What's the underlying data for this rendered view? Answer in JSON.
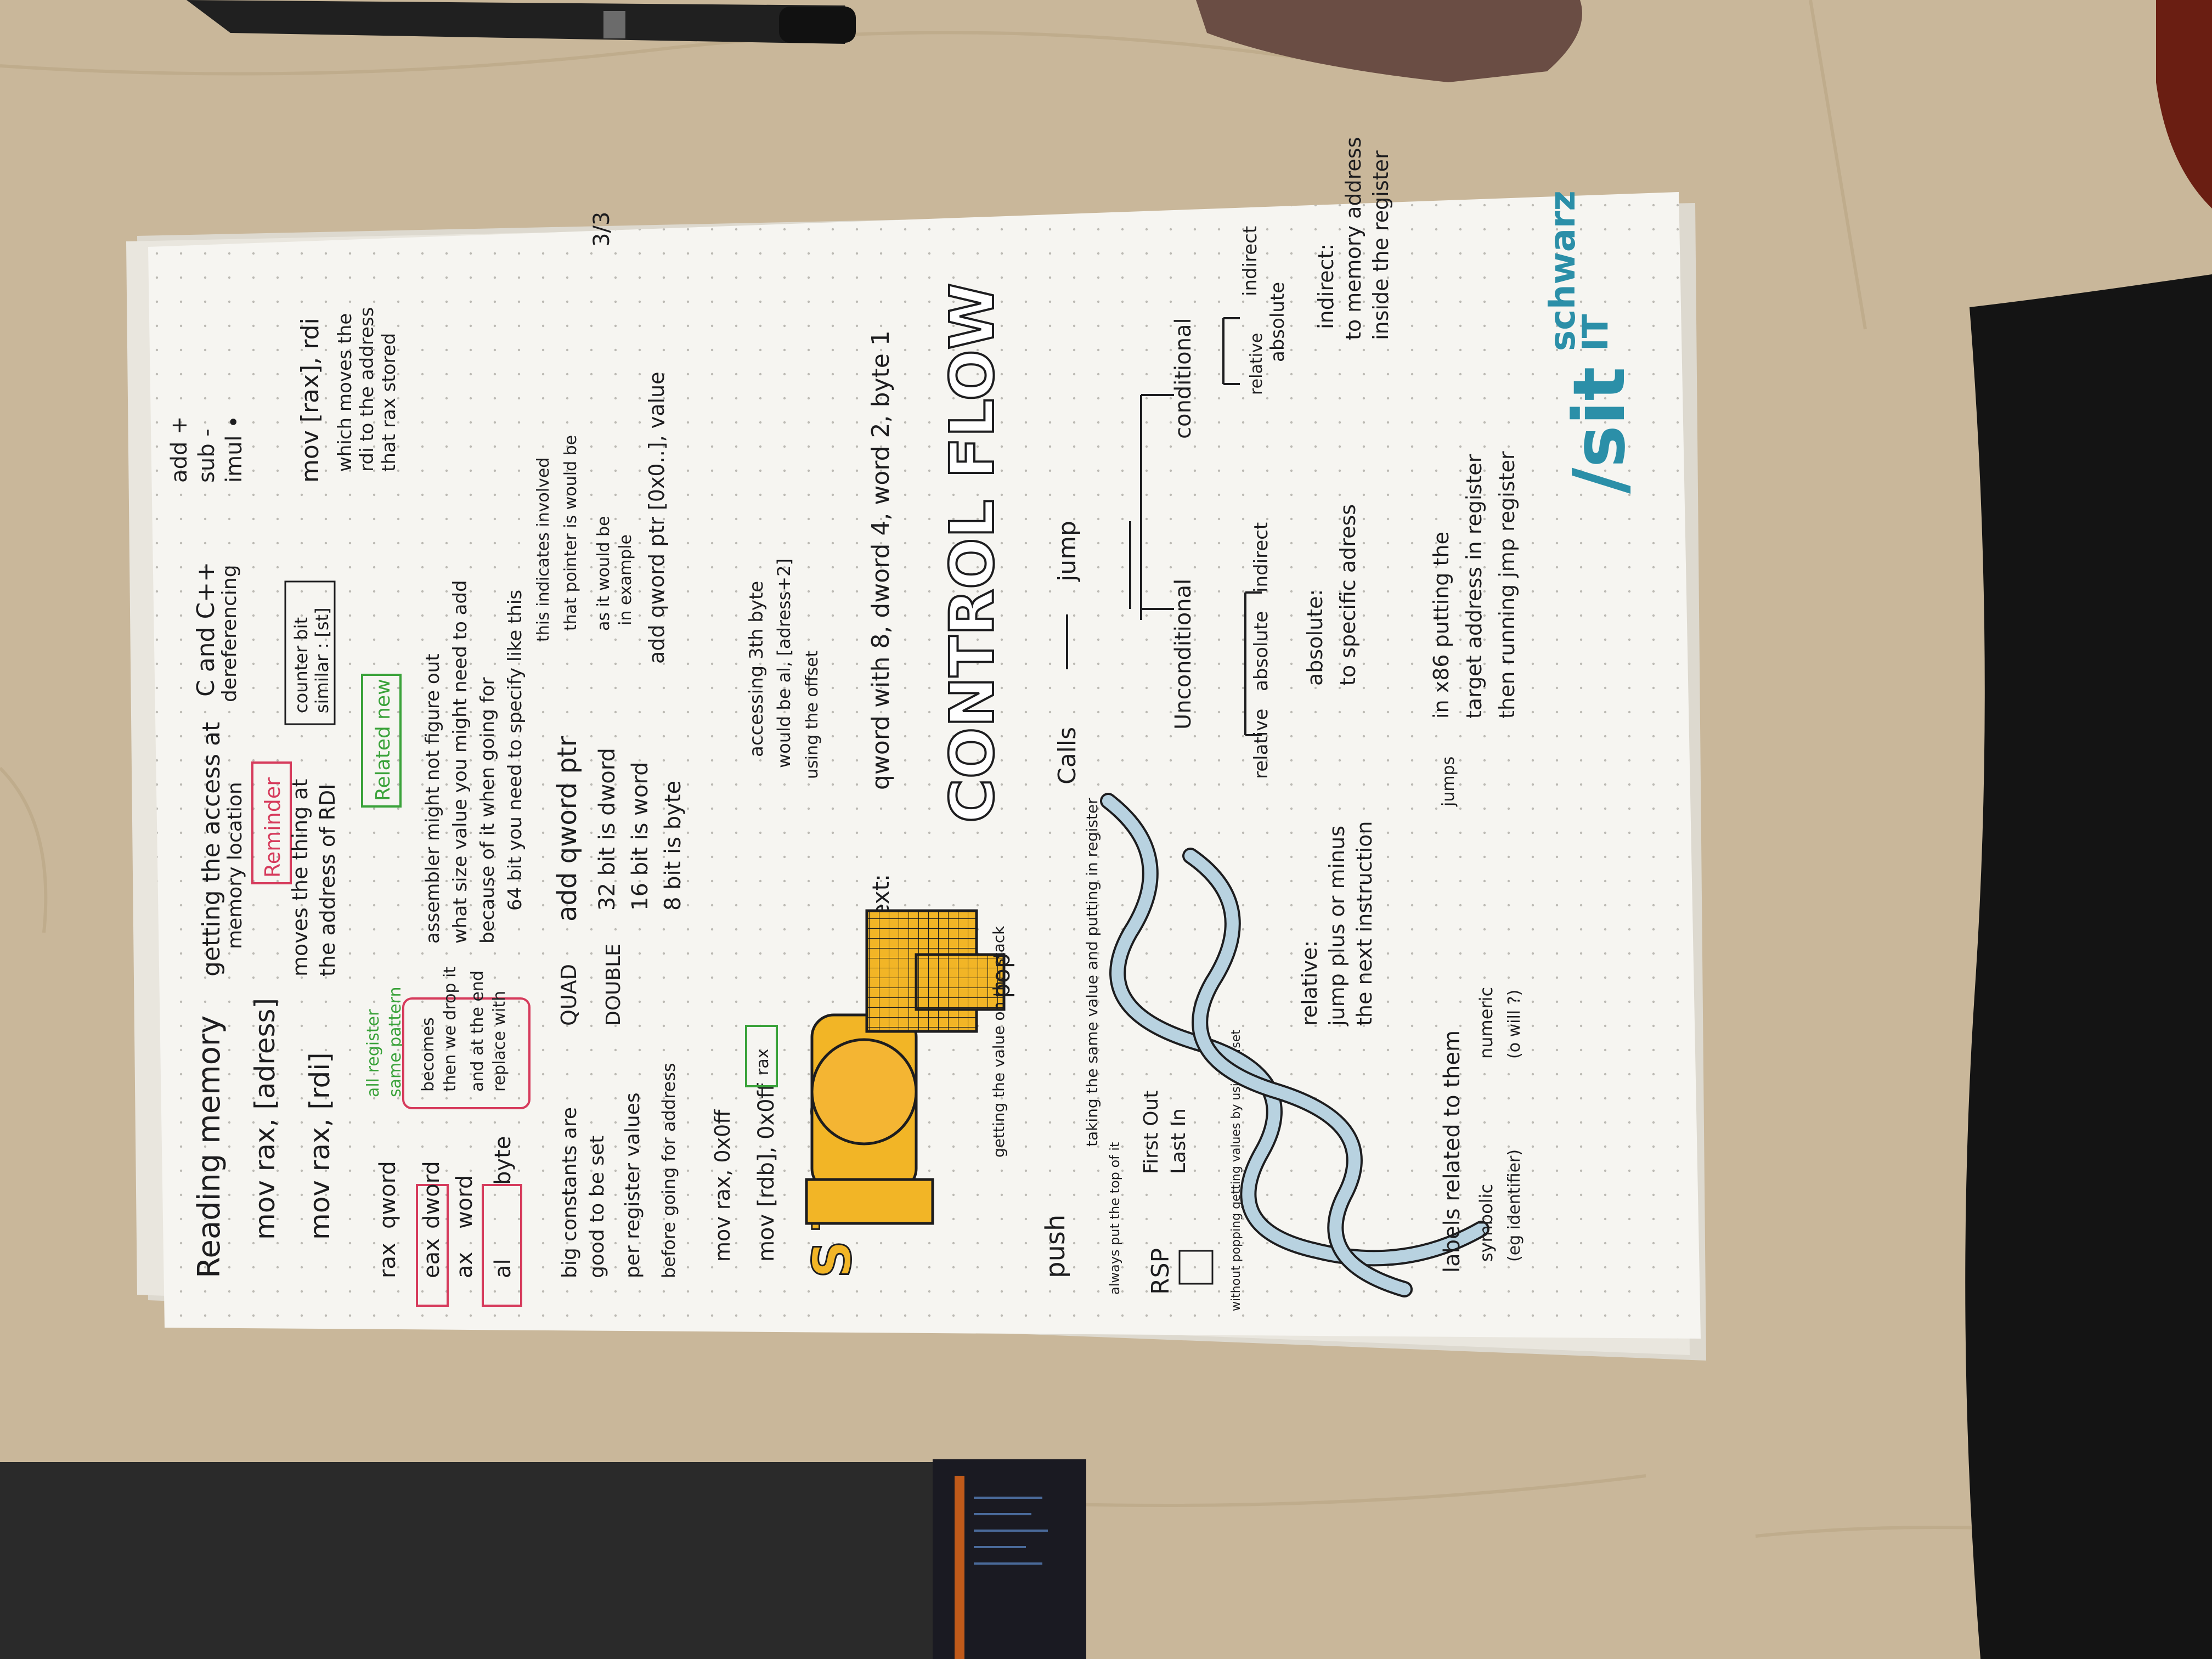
{
  "colors": {
    "table": "#c9b79a",
    "table_grain": "#b9a583",
    "paper": "#f6f5f1",
    "paper_shadow": "#8e8169",
    "ink": "#1d1d1f",
    "highlight_red": "#d63b5c",
    "highlight_green": "#3aa23a",
    "yellow": "#f2b526",
    "river_blue": "#b8d2e0",
    "logo_blue": "#2b8fa8",
    "cloth_dark": "#141414",
    "pen_body": "#202020"
  },
  "icons": {
    "stack_doodle": "pacman-ghost-yellow",
    "river": "wavy-river-lines",
    "pen": "black-pen",
    "logo": "sit-schwarz-it-logo"
  },
  "notes": {
    "heading_memory": "Reading memory",
    "getting_access": "getting the access at",
    "memory_location": "memory location",
    "c_and_cpp": "C and C++",
    "dereferencing": "dereferencing",
    "mov_rax_address": "mov rax, [adress]",
    "mov_rax_rdi": "mov rax, [rdi]",
    "reminder": "Reminder",
    "moves_thing": "moves the thing at",
    "address_of_rdi": "the address of RDI",
    "counter_bit": "counter bit",
    "similar_to": "similar : [st]",
    "mov_rax_rdi_store": "mov [rax], rdi",
    "which_moves": "which moves the",
    "rdi_to_address": "rdi to the address",
    "rax_stored": "that rax stored",
    "add": "add +",
    "sub": "sub -",
    "imul": "imul •",
    "related_new": "Related new",
    "reg_rax": "rax",
    "reg_eax": "eax",
    "reg_ax": "ax",
    "reg_al": "al",
    "qword": "qword",
    "dword": "dword",
    "word": "word",
    "byte": "byte",
    "all_register": "all register",
    "same_pattern": "same pattern",
    "becomes": "becomes",
    "then_we_drop": "then we drop it",
    "and_at_the_end": "and at the end",
    "replace_with": "replace with",
    "big_constants": "big constants are",
    "good_to_be_set": "good to be set",
    "per_register": "per register values",
    "before_going": "before going for address",
    "mov_rax_ox": "mov rax, 0x0ff",
    "mov_rdb": "mov [rdb], 0x0ff",
    "and_rax": "rax",
    "assembler": "assembler might not figure out",
    "what_size": "what size value you might need to add",
    "because_of": "because of it when going for",
    "bit_64": "64 bit you need to specify like this",
    "quad": "QUAD",
    "add_qword_ptr": "add qword ptr",
    "indicates": "this indicates involved",
    "that_pointer": "that pointer is would be",
    "double": "DOUBLE",
    "bit32": "32 bit is dword",
    "as_it": "as it would be",
    "bit16": "16 bit is word",
    "in_example": "in example",
    "bit8": "8 bit is byte",
    "add_qword_ptr_full": "add qword ptr [0x0..], value",
    "accessing": "accessing 3th byte",
    "would_be": "would be al, [adress+2]",
    "using_offset": "using the offset",
    "next": "next:",
    "sizes": "qword with 8, dword 4, word 2, byte 1",
    "stack_title": "STACK",
    "push": "push",
    "pop": "pop",
    "getting_value": "getting the value on the stack",
    "taking": "taking the same value and putting in register",
    "always_top": "always put the top of it",
    "rsp": "RSP",
    "first_out": "First Out",
    "last_in": "Last In",
    "without_popping": "without popping getting values by using offset",
    "control_flow": "CONTROL FLOW",
    "calls": "Calls",
    "jump": "jump",
    "unconditional": "Unconditional",
    "conditional": "conditional",
    "relative": "relative",
    "absolute": "absolute",
    "indirect": "indirect",
    "relative_desc1": "relative:",
    "relative_desc2": "jump plus or minus",
    "relative_desc3": "the next instruction",
    "absolute_desc1": "absolute:",
    "absolute_desc2": "to specific adress",
    "indirect_desc1": "indirect:",
    "indirect_desc2": "to memory address",
    "indirect_desc3": "inside the register",
    "labels": "labels related to them",
    "jumps": "jumps",
    "in_x86": "in x86 putting the",
    "target_address": "target address in register",
    "then_running": "then running jmp register",
    "symbolic": "symbolic",
    "numeric": "numeric",
    "eg_identifier": "(eg identifier)",
    "o_will": "(o will ?)",
    "page_number": "3/3"
  },
  "logo": {
    "slash_sit": "/sit",
    "schwarz": "schwarz",
    "it": "IT"
  }
}
